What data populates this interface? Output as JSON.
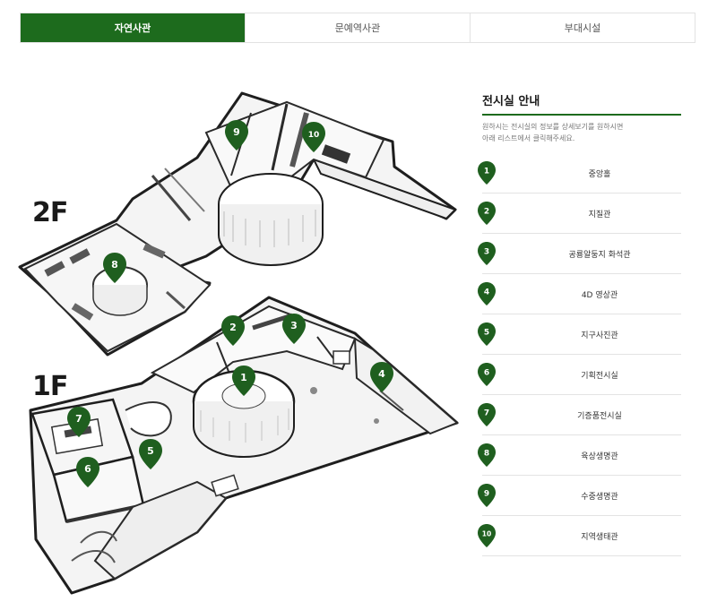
{
  "tabs": [
    {
      "label": "자연사관",
      "active": true
    },
    {
      "label": "문예역사관",
      "active": false
    },
    {
      "label": "부대시설",
      "active": false
    }
  ],
  "floors": {
    "upper": "2F",
    "lower": "1F"
  },
  "guide": {
    "title": "전시실 안내",
    "description_line1": "원하시는 전시실의 정보를 상세보기를 원하시면",
    "description_line2": "아래 리스트에서 클릭해주세요."
  },
  "rooms": [
    {
      "number": "1",
      "name": "중앙홀"
    },
    {
      "number": "2",
      "name": "지질관"
    },
    {
      "number": "3",
      "name": "공룡알둥지 화석관"
    },
    {
      "number": "4",
      "name": "4D 영상관"
    },
    {
      "number": "5",
      "name": "지구사진관"
    },
    {
      "number": "6",
      "name": "기획전시실"
    },
    {
      "number": "7",
      "name": "기증품전시실"
    },
    {
      "number": "8",
      "name": "육상생명관"
    },
    {
      "number": "9",
      "name": "수중생명관"
    },
    {
      "number": "10",
      "name": "지역생태관"
    }
  ],
  "colors": {
    "accent": "#1d6b1d",
    "pin": "#1f5f1f",
    "floor_fill": "#f4f4f4",
    "wall": "#2a2a2a"
  },
  "icons": {
    "pin": "map-pin-icon"
  }
}
